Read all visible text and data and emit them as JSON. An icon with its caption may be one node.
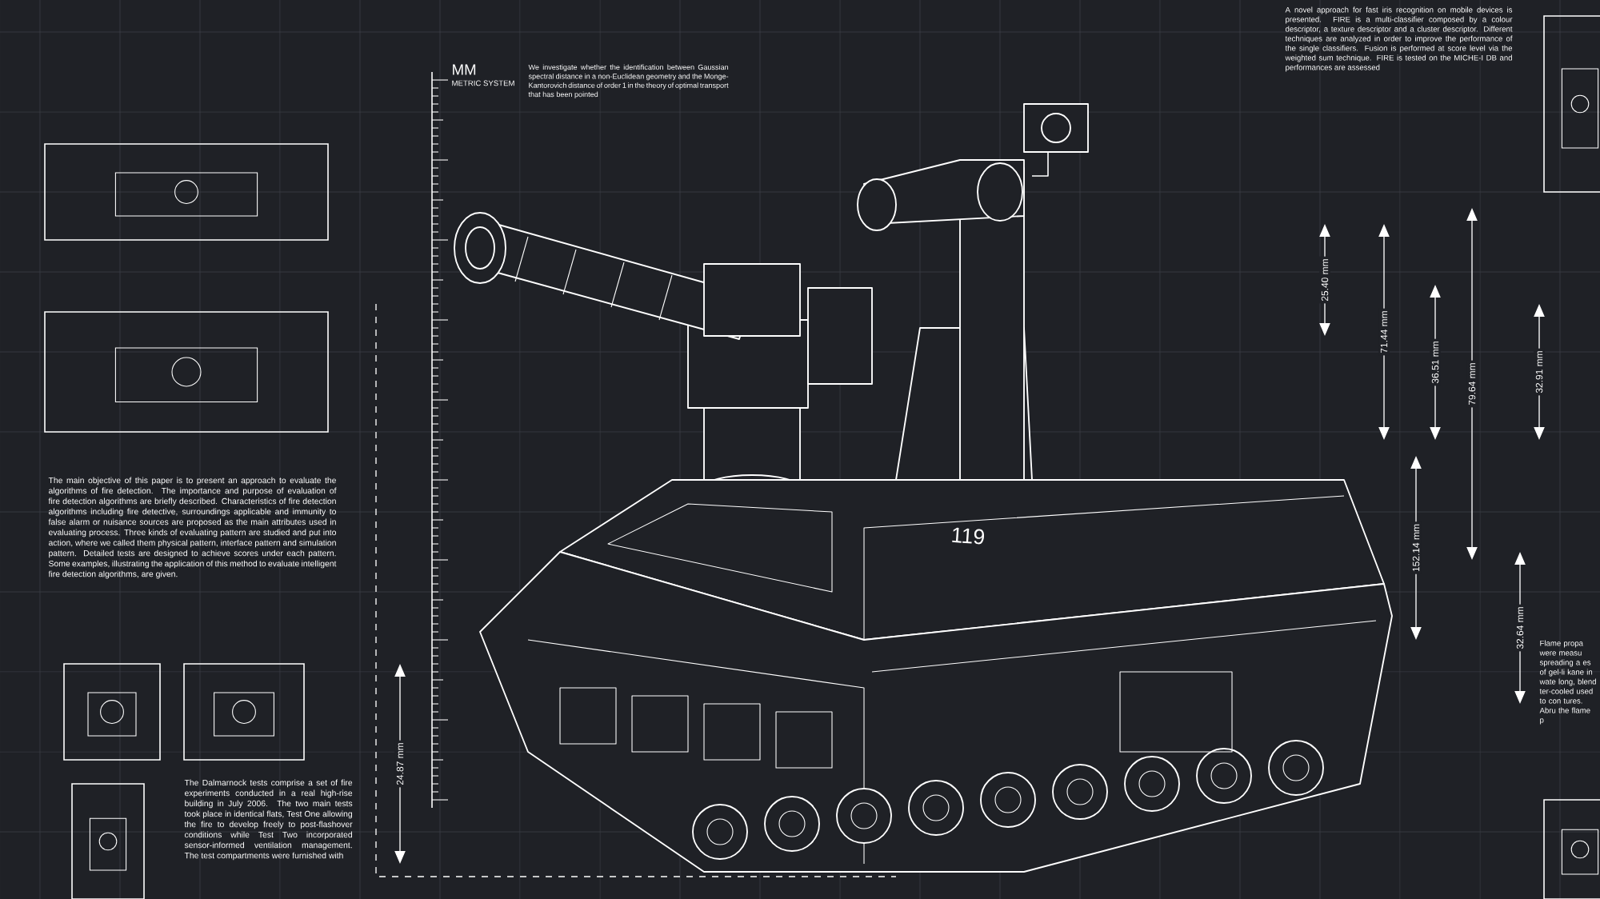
{
  "diagram": {
    "labels": [
      "MM",
      "METRIC SYSTEM",
      "We investigate whether the identification between Gaussian spectral distance in a non-Euclidean geometry and the Monge-Kantorovich distance of order 1 in the theory of optimal transport that has been pointed",
      "A novel approach for fast iris recognition on mobile devices is presented. FIRE is a multi-classifier composed by a colour descriptor, a texture descriptor and a cluster descriptor. Different techniques are analyzed in order to improve the performance of the single classifiers. Fusion is performed at score level via the weighted sum technique. FIRE is tested on the MICHE-I DB and performances are assessed",
      "25.40 mm",
      "71.44 mm",
      "36.51 mm",
      "79.64 mm",
      "32.91 mm",
      "152.14 mm",
      "32.64 mm",
      "The main objective of this paper is to present an approach to evaluate the algorithms of fire detection. The importance and purpose of evaluation of fire detection algorithms are briefly described. Characteristics of fire detection algorithms including fire detective, surroundings applicable and immunity to false alarm or nuisance sources are proposed as the main attributes used in evaluating process. Three kinds of evaluating pattern are studied and put into action, where we called them physical pattern, interface pattern and simulation pattern. Detailed tests are designed to achieve scores under each pattern. Some examples, illustrating the application of this method to evaluate intelligent fire detection algorithms, are given.",
      "119",
      "Flame propa were measu spreading a es of gel-li kane in wate long, blend ter-cooled used to con tures. Abru the flame p",
      "24.87 mm",
      "The Dalmarnock tests comprise a set of fire experiments conducted in a real high-rise building in July 2006. The two main tests took place in identical flats, Test One allowing the fire to develop freely to post-flashover conditions while Test Two incorporated sensor-informed ventilation management. The test compartments were furnished with"
    ]
  }
}
